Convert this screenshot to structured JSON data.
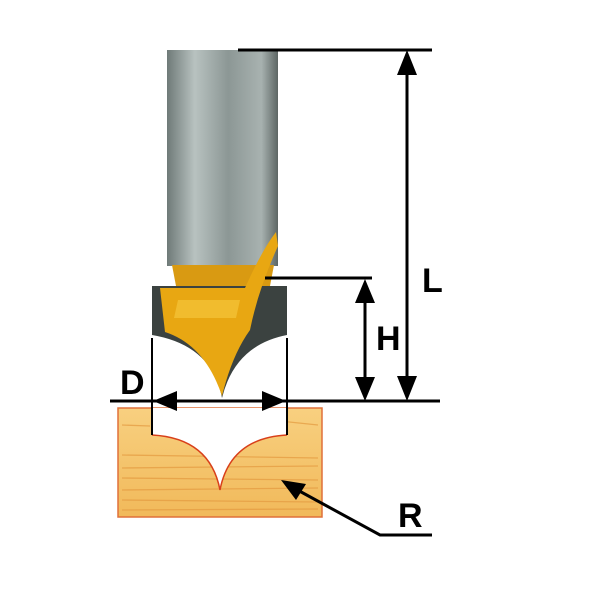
{
  "labels": {
    "length": "L",
    "height": "H",
    "diameter": "D",
    "radius": "R"
  },
  "colors": {
    "shank": "#8f9a98",
    "cutter": "#e8a712",
    "carbide": "#3b4240",
    "wood": "#f6c66a",
    "groove_edge": "#d8401a",
    "line": "#000000"
  }
}
